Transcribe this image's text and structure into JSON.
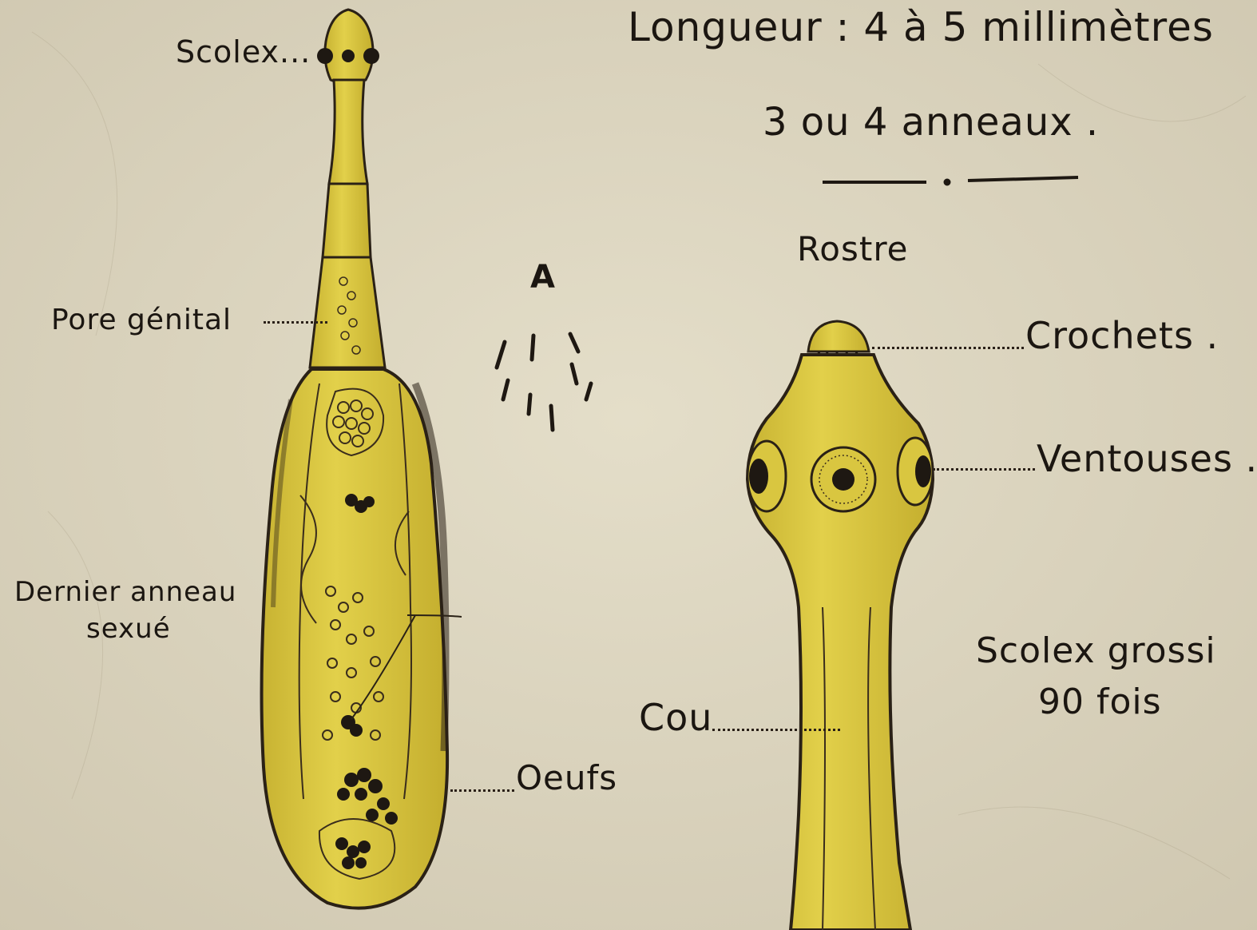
{
  "header": {
    "length_text": "Longueur : 4 à 5 millimètres",
    "segments_text": "3 ou 4 anneaux ."
  },
  "worm": {
    "scolex_label": "Scolex...",
    "pore_label": "Pore génital",
    "last_segment_label_line1": "Dernier anneau",
    "last_segment_label_line2": "sexué",
    "eggs_label": "Oeufs"
  },
  "figure_letter": "A",
  "scolex_detail": {
    "rostre_label": "Rostre",
    "hooks_label": "Crochets .",
    "suckers_label": "Ventouses .",
    "neck_label": "Cou",
    "caption_line1": "Scolex  grossi",
    "caption_line2": "90 fois"
  },
  "colors": {
    "paper": "#ddd6c2",
    "ink": "#1b1611",
    "body_fill": "#d9c640",
    "body_outline": "#2a2116"
  }
}
